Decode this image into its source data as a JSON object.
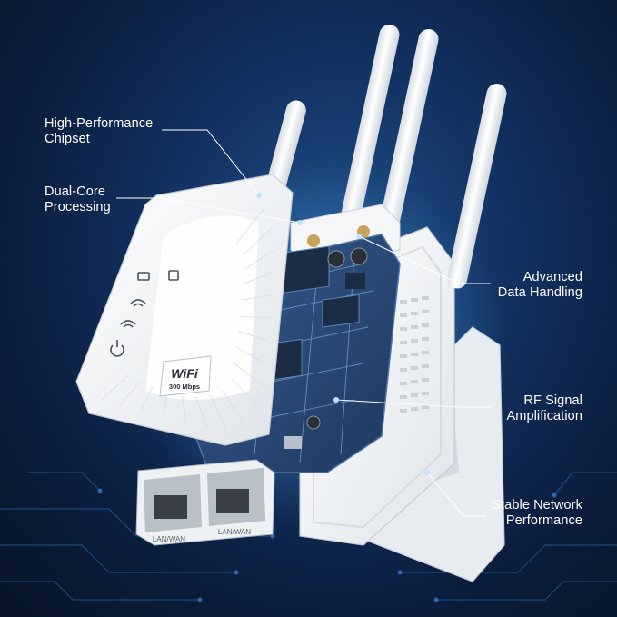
{
  "callouts": {
    "chipset": [
      "High-Performance",
      "Chipset"
    ],
    "processing": [
      "Dual-Core",
      "Processing"
    ],
    "data_handling": [
      "Advanced",
      "Data Handling"
    ],
    "rf_signal": [
      "RF Signal",
      "Amplification"
    ],
    "network": [
      "Stable Network",
      "Performance"
    ]
  },
  "device": {
    "badge_title": "WiFi",
    "badge_speed": "300 Mbps",
    "port_label_1": "LAN/WAN",
    "port_label_2": "LAN/WAN"
  },
  "colors": {
    "background": "#0b1d3d",
    "pcb": "#2a4872",
    "shell": "#f2f4f6",
    "callout_line": "#ffffff"
  }
}
